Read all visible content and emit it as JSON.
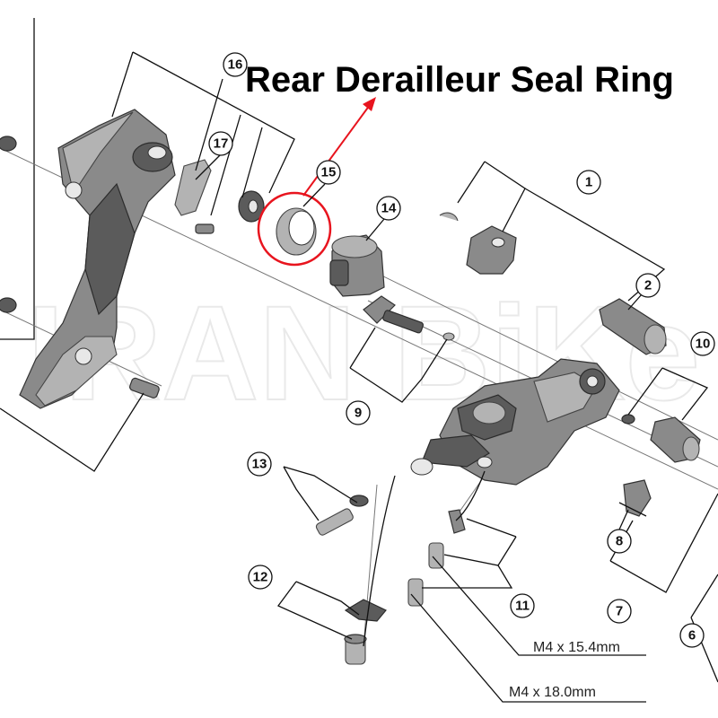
{
  "title": "Rear Derailleur Seal Ring",
  "watermark": "IRAN BiKe",
  "specs": {
    "bolt_short": "M4 x 15.4mm",
    "bolt_long": "M4 x 18.0mm"
  },
  "callouts": {
    "c1": "1",
    "c2": "2",
    "c6": "6",
    "c7": "7",
    "c8": "8",
    "c9": "9",
    "c10": "10",
    "c11": "11",
    "c12": "12",
    "c13": "13",
    "c14": "14",
    "c15": "15",
    "c16": "16",
    "c17": "17"
  },
  "colors": {
    "highlight": "#e8141e"
  }
}
